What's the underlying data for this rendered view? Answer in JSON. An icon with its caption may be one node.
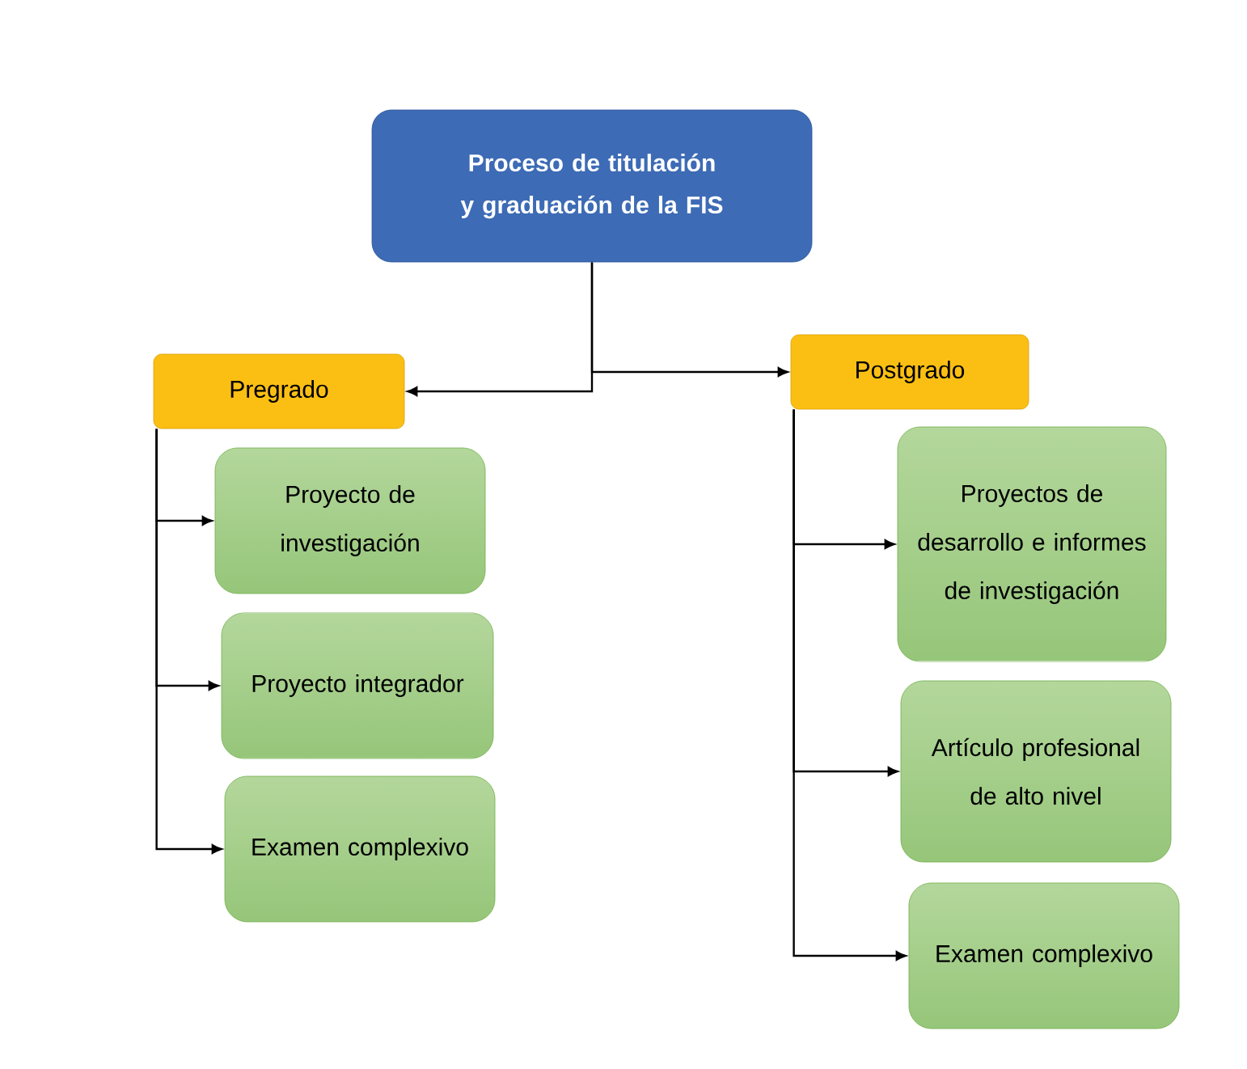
{
  "diagram": {
    "nodes": [
      {
        "text": [
          "Proceso de titulación y graduación de la FIS"
        ]
      },
      {
        "text": [
          "Pregrado"
        ]
      },
      {
        "text": [
          "Postgrado"
        ]
      },
      {
        "text": [
          "Proyecto de investigación"
        ]
      },
      {
        "text": [
          "Proyecto integrador"
        ]
      },
      {
        "text": [
          "Examen complexivo"
        ]
      },
      {
        "text": [
          "Proyectos de desarrollo e informes de investigación"
        ]
      },
      {
        "text": [
          "Artículo profesional de alto nivel"
        ]
      },
      {
        "text": [
          "Examen complexivo"
        ]
      }
    ],
    "edges": [
      {
        "from": 0,
        "to": 1,
        "arrow": "to"
      },
      {
        "from": 0,
        "to": 2,
        "arrow": "to"
      },
      {
        "from": 1,
        "to": 3,
        "arrow": "to"
      },
      {
        "from": 1,
        "to": 4,
        "arrow": "to"
      },
      {
        "from": 1,
        "to": 5,
        "arrow": "to"
      },
      {
        "from": 2,
        "to": 6,
        "arrow": "to"
      },
      {
        "from": 2,
        "to": 7,
        "arrow": "to"
      },
      {
        "from": 2,
        "to": 8,
        "arrow": "to"
      }
    ]
  }
}
